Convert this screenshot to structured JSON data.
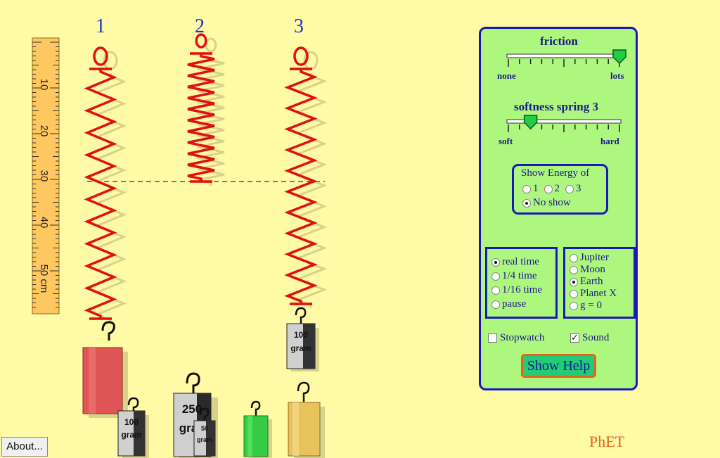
{
  "springs": [
    "1",
    "2",
    "3"
  ],
  "ruler": {
    "labels": [
      "10",
      "20",
      "30",
      "40",
      "50 cm"
    ]
  },
  "masses": [
    {
      "id": "red",
      "label": "",
      "color": "#E05555"
    },
    {
      "id": "100gram-a",
      "label": "100 gram",
      "line1": "100",
      "line2": "gram"
    },
    {
      "id": "250gram",
      "line1": "250",
      "line2": "gra"
    },
    {
      "id": "50gram",
      "line1": "50",
      "line2": "gram"
    },
    {
      "id": "green",
      "label": "",
      "color": "#33CC44"
    },
    {
      "id": "gold",
      "label": "",
      "color": "#E8C25A"
    },
    {
      "id": "100gram-b",
      "line1": "100",
      "line2": "gram"
    }
  ],
  "panel": {
    "friction": {
      "title": "friction",
      "min_label": "none",
      "max_label": "lots",
      "value_fraction": 1.0
    },
    "softness": {
      "title": "softness spring 3",
      "min_label": "soft",
      "max_label": "hard",
      "value_fraction": 0.2
    },
    "energy": {
      "title": "Show Energy of",
      "options": [
        "1",
        "2",
        "3"
      ],
      "no_show": "No show",
      "selected": "No show"
    },
    "time": {
      "options": [
        "real time",
        "1/4 time",
        "1/16 time",
        "pause"
      ],
      "selected": "real time"
    },
    "gravity": {
      "options": [
        "Jupiter",
        "Moon",
        "Earth",
        "Planet X",
        "g = 0"
      ],
      "selected": "Earth"
    },
    "stopwatch": {
      "label": "Stopwatch",
      "checked": false
    },
    "sound": {
      "label": "Sound",
      "checked": true
    },
    "help_button": "Show Help"
  },
  "about_button": "About...",
  "logo": "PhET",
  "colors": {
    "background": "#FFFAA5",
    "panel": "#AEF77E",
    "panel_border": "#1a1ab8",
    "spring": "#E01010",
    "accent": "#E4641E"
  }
}
